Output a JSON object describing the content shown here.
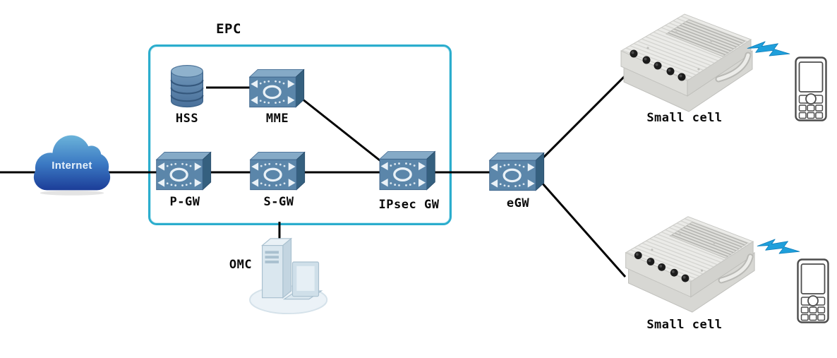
{
  "diagram": {
    "epc_group_label": "EPC",
    "nodes": {
      "internet": {
        "label": "Internet",
        "type": "cloud"
      },
      "hss": {
        "label": "HSS",
        "type": "database"
      },
      "mme": {
        "label": "MME",
        "type": "router"
      },
      "pgw": {
        "label": "P-GW",
        "type": "router"
      },
      "sgw": {
        "label": "S-GW",
        "type": "router"
      },
      "ipsec_gw": {
        "label": "IPsec GW",
        "type": "router"
      },
      "egw": {
        "label": "eGW",
        "type": "router"
      },
      "omc": {
        "label": "OMC",
        "type": "workstation"
      },
      "small_cell_1": {
        "label": "Small cell",
        "type": "small-cell-unit"
      },
      "small_cell_2": {
        "label": "Small cell",
        "type": "small-cell-unit"
      },
      "phone_1": {
        "type": "mobile-phone"
      },
      "phone_2": {
        "type": "mobile-phone"
      }
    },
    "edges": [
      {
        "from": "image-left-edge",
        "to": "internet"
      },
      {
        "from": "internet",
        "to": "pgw"
      },
      {
        "from": "pgw",
        "to": "sgw"
      },
      {
        "from": "sgw",
        "to": "ipsec_gw"
      },
      {
        "from": "hss",
        "to": "mme"
      },
      {
        "from": "mme",
        "to": "ipsec_gw"
      },
      {
        "from": "ipsec_gw",
        "to": "egw"
      },
      {
        "from": "egw",
        "to": "small_cell_1"
      },
      {
        "from": "egw",
        "to": "small_cell_2"
      },
      {
        "from": "epc_group_box",
        "to": "omc"
      },
      {
        "from": "small_cell_1",
        "to": "phone_1",
        "style": "radio-flash"
      },
      {
        "from": "small_cell_2",
        "to": "phone_2",
        "style": "radio-flash"
      }
    ],
    "icons": {
      "internet": "cloud-icon",
      "hss": "database-cylinder-icon",
      "routers": "switch-router-icon",
      "omc": "workstation-icon",
      "small_cell": "small-cell-unit-icon",
      "phone": "mobile-phone-icon",
      "radio_link": "flash-arrow-icon"
    },
    "colors": {
      "epc_border": "#2badcd",
      "link_line": "#000000",
      "router_front": "#5b86aa",
      "router_top": "#85aac7",
      "router_side": "#35607f",
      "cloud_top": "#6ab2d9",
      "cloud_bottom": "#1a3a96",
      "flash_arrow": "#1f9fdb",
      "background": "#ffffff"
    }
  }
}
